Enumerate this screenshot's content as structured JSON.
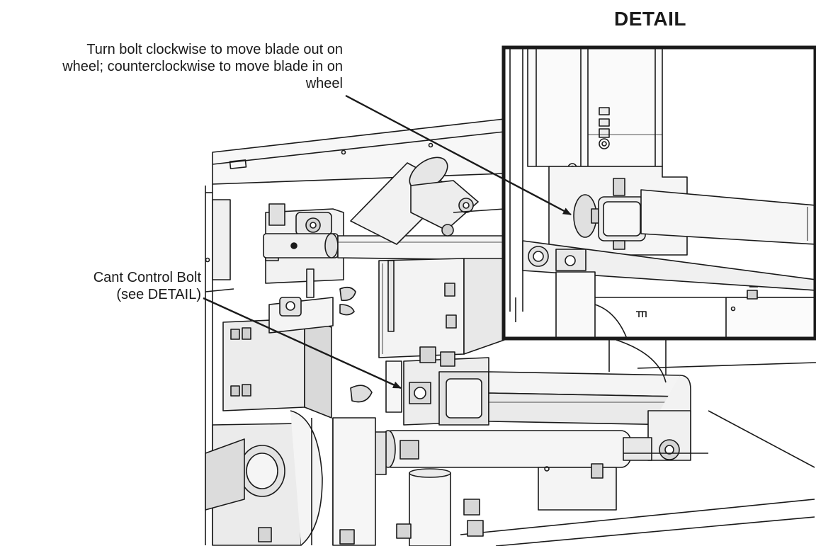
{
  "detail_title": "DETAIL",
  "callouts": {
    "bolt_direction": {
      "lines": [
        "Turn bolt clockwise to move blade out on",
        "wheel; counterclockwise to move blade in on",
        "wheel"
      ]
    },
    "cant_bolt": {
      "lines": [
        "Cant Control Bolt",
        "(see DETAIL)"
      ]
    }
  },
  "colors": {
    "ink": "#1a1a1a",
    "face_light": "#f4f4f4",
    "face_mid": "#e6e6e6",
    "face_dark": "#d2d2d2"
  }
}
